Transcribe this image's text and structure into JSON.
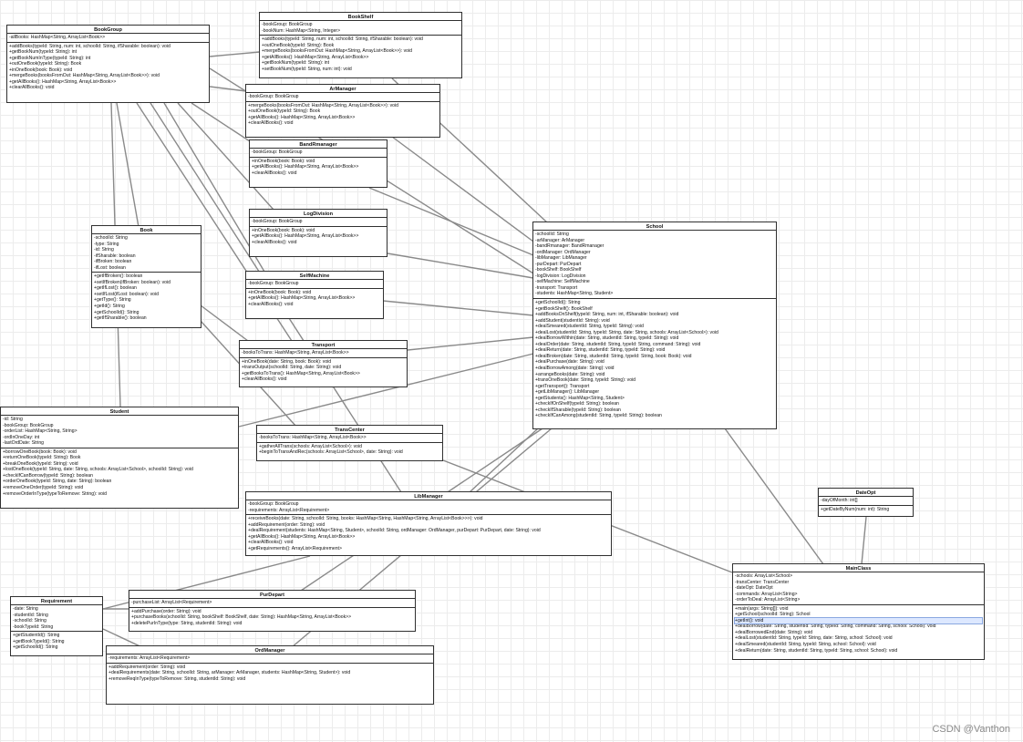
{
  "classes": [
    {
      "id": "bookgroup",
      "name": "BookGroup",
      "attrs": [
        "-allBooks: HashMap<String, ArrayList<Book>>"
      ],
      "methods": [
        "+addBooks(typeId: String, num: int, schoolId: String, ifSharable: boolean): void",
        "+getBookNum(typeId: String): int",
        "+getBookNumInType(typeId: String): int",
        "+outOneBook(typeId: String): Book",
        "+inOneBook(book: Book): void",
        "+mergeBooks(booksFromOut: HashMap<String, ArrayList<Book>>): void",
        "+getAllBooks(): HashMap<String, ArrayList<Book>>",
        "+clearAllBooks(): void"
      ]
    },
    {
      "id": "bookshelf",
      "name": "BookShelf",
      "attrs": [
        "-bookGroup: BookGroup",
        "-bookNum: HashMap<String, Integer>"
      ],
      "methods": [
        "+addBooks(typeId: String, num: int, schoolId: String, ifSharable: boolean): void",
        "+outOneBook(typeId: String): Book",
        "+mergeBooks(booksFromOut: HashMap<String, ArrayList<Book>>): void",
        "+getAllBooks(): HashMap<String, ArrayList<Book>>",
        "+getBookNum(typeId: String): int",
        "+setBookNum(typeId: String, num: int): void"
      ]
    },
    {
      "id": "armanager",
      "name": "ArManager",
      "attrs": [
        "-bookGroup: BookGroup"
      ],
      "methods": [
        "+mergeBooks(booksFromOut: HashMap<String, ArrayList<Book>>): void",
        "+outOneBook(typeId: String): Book",
        "+getAllBooks(): HashMap<String, ArrayList<Book>>",
        "+clearAllBooks(): void"
      ]
    },
    {
      "id": "bandrmanager",
      "name": "BandRmanager",
      "attrs": [
        "-bookGroup: BookGroup"
      ],
      "methods": [
        "+inOneBook(book: Book): void",
        "+getAllBooks(): HashMap<String, ArrayList<Book>>",
        "+clearAllBooks(): void"
      ]
    },
    {
      "id": "logdivision",
      "name": "LogDivision",
      "attrs": [
        "-bookGroup: BookGroup"
      ],
      "methods": [
        "+inOneBook(book: Book): void",
        "+getAllBooks(): HashMap<String, ArrayList<Book>>",
        "+clearAllBooks(): void"
      ]
    },
    {
      "id": "selfmachine",
      "name": "SelfMachine",
      "attrs": [
        "-bookGroup: BookGroup"
      ],
      "methods": [
        "+inOneBook(book: Book): void",
        "+getAllBooks(): HashMap<String, ArrayList<Book>>",
        "+clearAllBooks(): void"
      ]
    },
    {
      "id": "book",
      "name": "Book",
      "attrs": [
        "-schoolId: String",
        "-type: String",
        "-id: String",
        "-ifSharable: boolean",
        "-ifBroken: boolean",
        "-ifLost: boolean"
      ],
      "methods": [
        "+getIfBroken(): boolean",
        "+setIfBroken(ifBroken: boolean): void",
        "+getIfLost(): boolean",
        "+setIfLost(ifLost: boolean): void",
        "+getType(): String",
        "+getId(): String",
        "+getSchoolId(): String",
        "+getIfSharable(): boolean"
      ]
    },
    {
      "id": "transport",
      "name": "Transport",
      "attrs": [
        "-booksToTrans: HashMap<String, ArrayList<Book>>"
      ],
      "methods": [
        "+inOneBook(date: String, book: Book): void",
        "+transOutput(schoolId: String, date: String): void",
        "+getBooksToTrans(): HashMap<String, ArrayList<Book>>",
        "+clearAllBooks(): void"
      ]
    },
    {
      "id": "transcenter",
      "name": "TransCenter",
      "attrs": [
        "-booksToTrans: HashMap<String, ArrayList<Book>>"
      ],
      "methods": [
        "+gatherAllTrans(schools: ArrayList<School>): void",
        "+beginToTransAndRec(schools: ArrayList<School>, date: String): void"
      ]
    },
    {
      "id": "student",
      "name": "Student",
      "attrs": [
        "-id: String",
        "-bookGroup: BookGroup",
        "-orderList: HashMap<String, String>",
        "-ordInOneDay: int",
        "-lastOrdDate: String"
      ],
      "methods": [
        "+borrowOneBook(book: Book): void",
        "+returnOneBook(typeId: String): Book",
        "+breakOneBook(typeId: String): void",
        "+lostOneBook(typeId: String, date: String, schools: ArrayList<School>, schoolId: String): void",
        "+checkIfCanBorrow(typeId: String): boolean",
        "+orderOneBook(typeId: String, date: String): boolean",
        "+removeOneOrder(typeId: String): void",
        "+removeOrderInType(typeToRemove: String): void"
      ]
    },
    {
      "id": "school",
      "name": "School",
      "attrs": [
        "-schoolId: String",
        "-arManager: ArManager",
        "-bandRmanager: BandRmanager",
        "-ordManager: OrdManager",
        "-libManager: LibManager",
        "-purDepart: PurDepart",
        "-bookShelf: BookShelf",
        "-logDivision: LogDivision",
        "-selfMachine: SelfMachine",
        "-transport: Transport",
        "-students: HashMap<String, Student>"
      ],
      "methods": [
        "+getSchoolId(): String",
        "+getBookShelf(): BookShelf",
        "+addBooksOnShelf(typeId: String, num: int, ifSharable: boolean): void",
        "+addStudent(studentId: String): void",
        "+dealSmeared(studentId: String, typeId: String): void",
        "+dealLost(studentId: String, typeId: String, date: String, schools: ArrayList<School>): void",
        "+dealBorrowWithin(date: String, studentId: String, typeId: String): void",
        "+dealOrder(date: String, studentId: String, typeId: String, command: String): void",
        "+dealReturn(date: String, studentId: String, typeId: String): void",
        "+dealBroken(date: String, studentId: String, typeId: String, book: Book): void",
        "+dealPurchase(date: String): void",
        "+dealBorrowAmong(date: String): void",
        "+arrangeBooks(date: String): void",
        "+transOneBook(date: String, typeId: String): void",
        "+getTransport(): Transport",
        "+getLibManager(): LibManager",
        "+getStudents(): HashMap<String, Student>",
        "+checkIfOnShelf(typeId: String): boolean",
        "+checkIfSharable(typeId: String): boolean",
        "+checkIfCanAmong(studentId: String, typeId: String): boolean"
      ]
    },
    {
      "id": "libmanager",
      "name": "LibManager",
      "attrs": [
        "-bookGroup: BookGroup",
        "-requirements: ArrayList<Requirement>"
      ],
      "methods": [
        "+receiveBooks(date: String, schoolId: String, books: HashMap<String, HashMap<String, ArrayList<Book>>>): void",
        "+addRequirement(order: String): void",
        "+dealRequirement(students: HashMap<String, Student>, schoolId: String, ordManager: OrdManager, purDepart: PurDepart, date: String): void",
        "+getAllBooks(): HashMap<String, ArrayList<Book>>",
        "+clearAllBooks(): void",
        "+getRequirements(): ArrayList<Requirement>"
      ]
    },
    {
      "id": "dateopt",
      "name": "DateOpt",
      "attrs": [
        "-dayOfMonth: int[]"
      ],
      "methods": [
        "+getDateByNum(num: int): String"
      ]
    },
    {
      "id": "mainclass",
      "name": "MainClass",
      "attrs": [
        "-schools: ArrayList<School>",
        "-transCenter: TransCenter",
        "-dateOpt: DateOpt",
        "-commands: ArrayList<String>",
        "-orderToDeal: ArrayList<String>"
      ],
      "methods": [
        "+main(args: String[]): void",
        "+getSchool(schoolId: String): School",
        "+getInt(): void",
        "+dealBorrow(date: String, studentId: String, typeId: String, command: String, school: School): void",
        "+dealBorrowedEnd(date: String): void",
        "+dealLost(studentId: String, typeId: String, date: String, school: School): void",
        "+dealSmeared(studentId: String, typeId: String, school: School): void",
        "+dealReturn(date: String, studentId: String, typeId: String, school: School): void"
      ]
    },
    {
      "id": "requirement",
      "name": "Requirement",
      "attrs": [
        "-date: String",
        "-studentId: String",
        "-schoolId: String",
        "-bookTypeId: String"
      ],
      "methods": [
        "+getStudentId(): String",
        "+getBookTypeId(): String",
        "+getSchoolId(): String"
      ]
    },
    {
      "id": "purdepart",
      "name": "PurDepart",
      "attrs": [
        "-purchaseList: ArrayList<Requirement>"
      ],
      "methods": [
        "+addPurchase(order: String): void",
        "+purchaseBooks(schoolId: String, bookShelf: BookShelf, date: String): HashMap<String, ArrayList<Book>>",
        "+deletePurInType(type: String, studentId: String): void"
      ]
    },
    {
      "id": "ordmanager",
      "name": "OrdManager",
      "attrs": [
        "-requirements: ArrayList<Requirement>"
      ],
      "methods": [
        "+addRequirement(order: String): void",
        "+dealRequirements(date: String, schoolId: String, arManager: ArManager, students: HashMap<String, Student>): void",
        "+removeReqInType(typeToRemove: String, studentId: String): void"
      ]
    }
  ],
  "watermark": "CSDN @Vanthon"
}
